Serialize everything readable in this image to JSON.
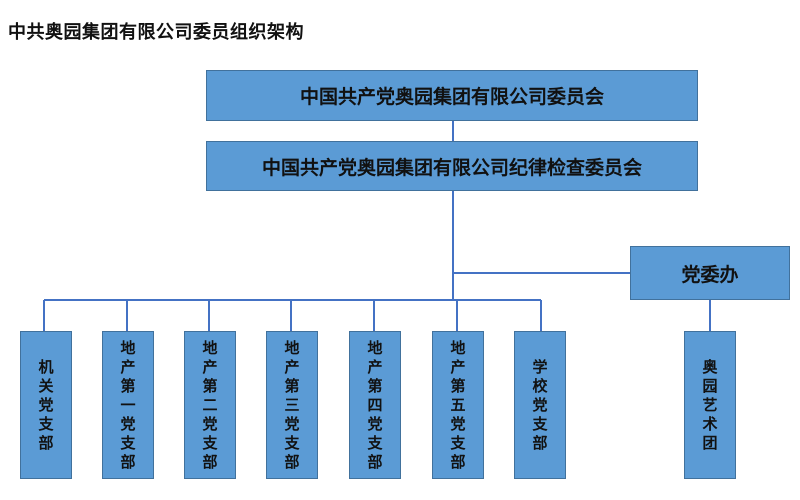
{
  "title": "中共奥园集团有限公司委员组织架构",
  "committee": "中国共产党奥园集团有限公司委员会",
  "discipline_committee": "中国共产党奥园集团有限公司纪律检查委员会",
  "party_office": "党委办",
  "branches": [
    "机关党支部",
    "地产第一党支部",
    "地产第二党支部",
    "地产第三党支部",
    "地产第四党支部",
    "地产第五党支部",
    "学校党支部"
  ],
  "art_troupe": "奥园艺术团",
  "colors": {
    "box_fill": "#5b9bd5",
    "box_border": "#41719c",
    "connector": "#4472c4"
  }
}
